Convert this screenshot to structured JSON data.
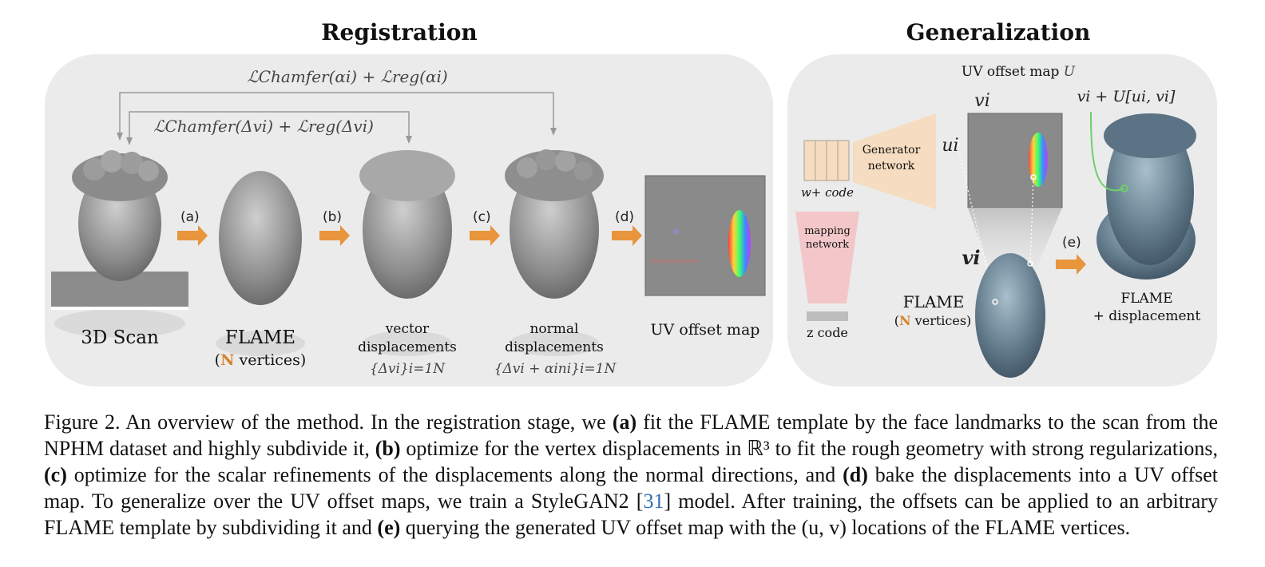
{
  "titles": {
    "registration": "Registration",
    "generalization": "Generalization"
  },
  "registration": {
    "loss_top": "ℒChamfer(αi) + ℒreg(αi)",
    "loss_inner": "ℒChamfer(Δvi) + ℒreg(Δvi)",
    "steps": [
      "(a)",
      "(b)",
      "(c)",
      "(d)"
    ],
    "scan_label": "3D Scan",
    "flame_label": "FLAME",
    "flame_sub_n": "N",
    "flame_sub_rest": " vertices)",
    "flame_sub_open": "(",
    "vector_label_1": "vector",
    "vector_label_2": "displacements",
    "vector_formula": "{Δvi}i=1N",
    "normal_label_1": "normal",
    "normal_label_2": "displacements",
    "normal_formula": "{Δvi + αini}i=1N",
    "uv_label": "UV offset map"
  },
  "generalization": {
    "uv_map_label": "UV offset map",
    "uv_map_symbol": "U",
    "v_top": "vi",
    "u_left": "ui",
    "v_bottom": "vi",
    "formula": "vi + U[ui, vi]",
    "wplus": "w+ code",
    "generator_1": "Generator",
    "generator_2": "network",
    "mapping_1": "mapping",
    "mapping_2": "network",
    "z_code": "z code",
    "flame_label": "FLAME",
    "flame_sub_open": "(",
    "flame_sub_n": "N",
    "flame_sub_rest": " vertices)",
    "step_e": "(e)",
    "out_label_1": "FLAME",
    "out_label_2": "+ displacement"
  },
  "caption": {
    "prefix": "Figure 2. An overview of the method. In the registration stage, we ",
    "a": "(a)",
    "t1": " fit the FLAME template by the face landmarks to the scan from the NPHM dataset and highly subdivide it, ",
    "b": "(b)",
    "t2": " optimize for the vertex displacements in ℝ³ to fit the rough geometry with strong regularizations, ",
    "c": "(c)",
    "t3": " optimize for the scalar refinements of the displacements along the normal directions, and ",
    "d": "(d)",
    "t4": " bake the displacements into a UV offset map. To generalize over the UV offset maps, we train a StyleGAN2 [",
    "ref": "31",
    "t5": "] model. After training, the offsets can be applied to an arbitrary FLAME template by subdividing it and ",
    "e": "(e)",
    "t6": " querying the generated UV offset map with the (u, v) locations of the FLAME vertices."
  },
  "colors": {
    "arrow": "#e8953c",
    "panel": "#ebebeb",
    "head_gray": "#9a9a9a",
    "head_blue": "#6f8796",
    "generator": "#f6dcc0",
    "mapping": "#f3c7c9",
    "ref": "#2f6fb5"
  }
}
